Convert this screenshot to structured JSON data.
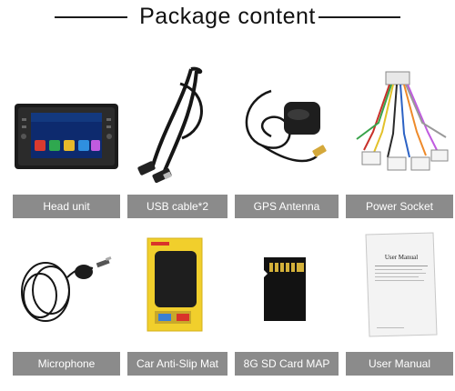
{
  "title": "Package content",
  "items": [
    {
      "label": "Head unit",
      "icon": "head-unit-icon"
    },
    {
      "label": "USB cable*2",
      "icon": "usb-cable-icon"
    },
    {
      "label": "GPS Antenna",
      "icon": "gps-antenna-icon"
    },
    {
      "label": "Power Socket",
      "icon": "power-socket-icon"
    },
    {
      "label": "Microphone",
      "icon": "microphone-icon"
    },
    {
      "label": "Car Anti-Slip Mat",
      "icon": "anti-slip-mat-icon"
    },
    {
      "label": "8G SD Card MAP",
      "icon": "sd-card-icon"
    },
    {
      "label": "User Manual",
      "icon": "user-manual-icon"
    }
  ],
  "manual": {
    "title": "User Manual"
  },
  "colors": {
    "label_bar": "#8b8b8b",
    "title_line": "#1a1a1a"
  }
}
